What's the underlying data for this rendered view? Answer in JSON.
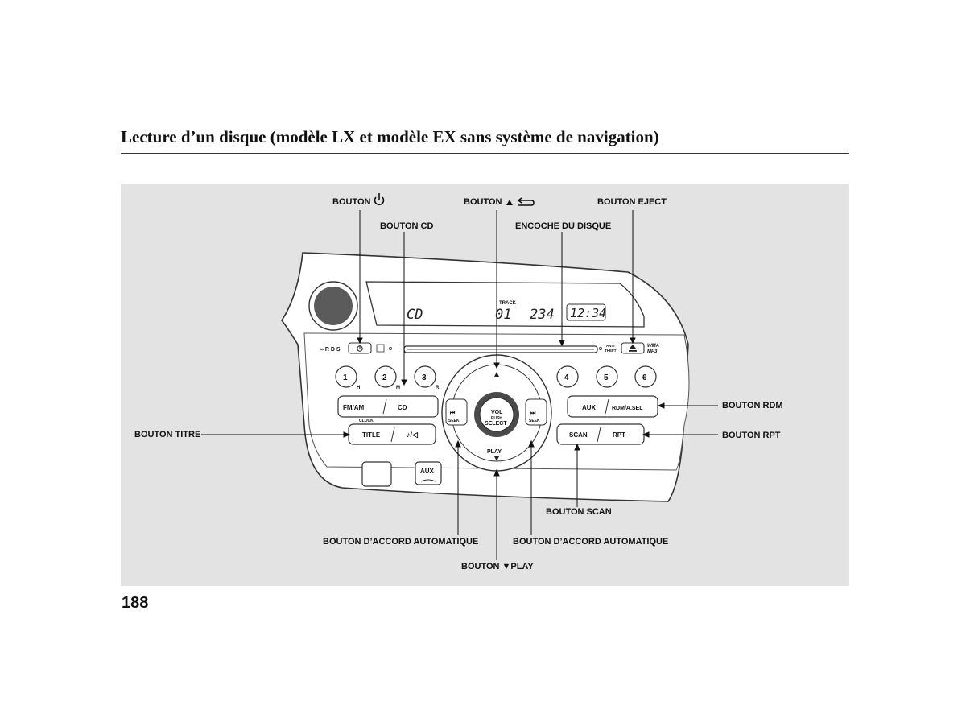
{
  "page": {
    "title": "Lecture d’un disque (modèle LX et modèle EX sans système de navigation)",
    "number": "188"
  },
  "callouts": {
    "power": "BOUTON",
    "cd": "BOUTON CD",
    "eject_arrow": "BOUTON",
    "disc_slot": "ENCOCHE DU DISQUE",
    "eject": "BOUTON EJECT",
    "rdm": "BOUTON RDM",
    "title": "BOUTON TITRE",
    "rpt": "BOUTON RPT",
    "scan": "BOUTON SCAN",
    "auto_tune_left": "BOUTON D’ACCORD AUTOMATIQUE",
    "auto_tune_right": "BOUTON D’ACCORD AUTOMATIQUE",
    "play": "BOUTON ▼PLAY"
  },
  "radio": {
    "display": {
      "source": "CD",
      "track_label": "TRACK",
      "track": "01",
      "time_elapsed": "234",
      "clock": "12:34"
    },
    "presets": [
      "1",
      "2",
      "3",
      "4",
      "5",
      "6"
    ],
    "preset_subs": {
      "p1": "H",
      "p2": "M",
      "p3": "R"
    },
    "fm_am": "FM/AM",
    "cd": "CD",
    "clock_label": "CLOCK",
    "title": "TITLE",
    "aux": "AUX",
    "rdm_asel": "RDM/A.SEL",
    "scan": "SCAN",
    "rpt": "RPT",
    "knob_vol": "VOL",
    "knob_push": "PUSH",
    "knob_select": "SELECT",
    "seek": "SEEK",
    "play": "PLAY",
    "aux_jack": "AUX",
    "anti_theft_1": "ANTI",
    "anti_theft_2": "THEFT",
    "wma": "WMA",
    "mp3": "MP3"
  }
}
